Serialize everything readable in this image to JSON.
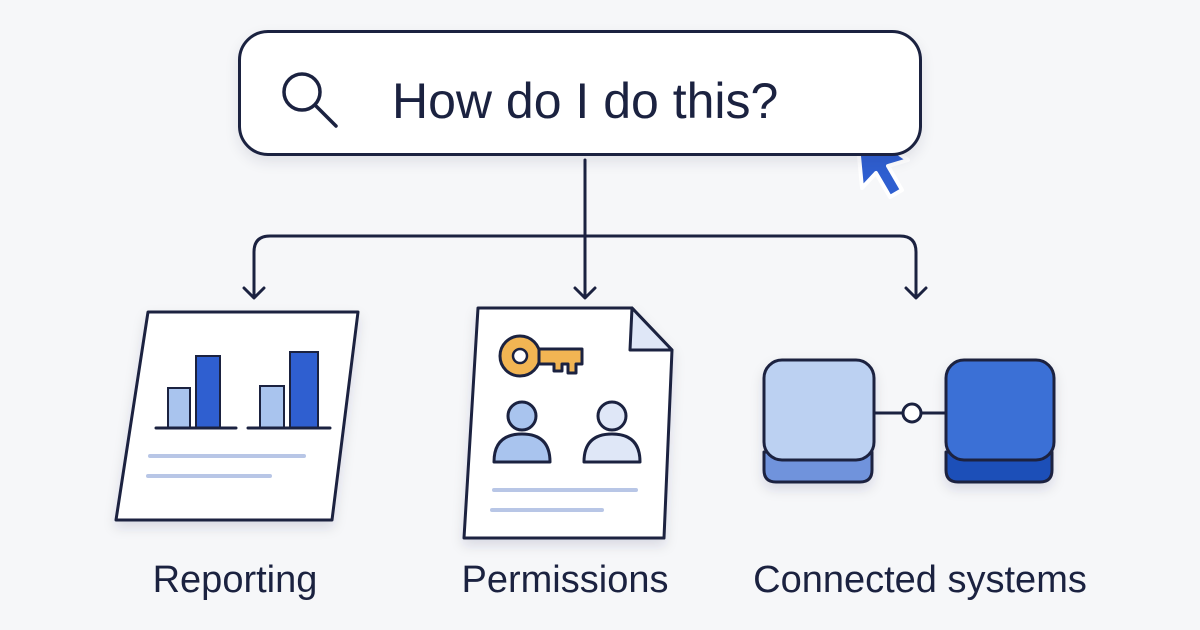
{
  "search": {
    "query": "How do I do this?"
  },
  "topics": [
    {
      "label": "Reporting",
      "icon": "bar-chart-report-icon"
    },
    {
      "label": "Permissions",
      "icon": "key-users-document-icon"
    },
    {
      "label": "Connected systems",
      "icon": "connected-blocks-icon"
    }
  ],
  "colors": {
    "ink": "#1b2240",
    "blue_dark": "#2f5fd0",
    "blue_light": "#a9c4ee",
    "key_orange": "#f2b553",
    "line_gray": "#b8c6e6",
    "background": "#f6f7f9"
  }
}
